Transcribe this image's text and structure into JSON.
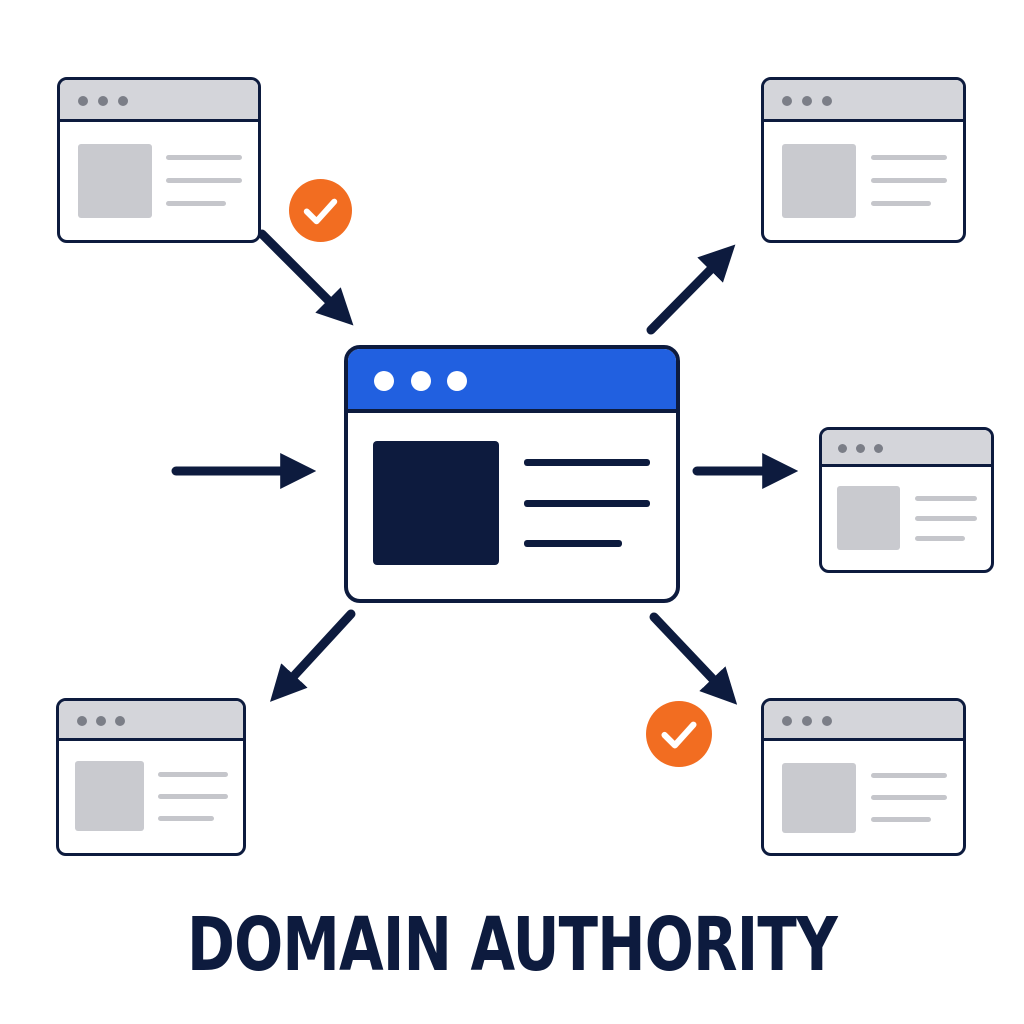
{
  "title": "DOMAIN AUTHORITY",
  "colors": {
    "navy": "#0d1b3e",
    "accent_blue": "#2160e0",
    "check_orange": "#f26d21",
    "placeholder_gray": "#c9cacf"
  },
  "icons": [
    "browser-window-icon",
    "check-badge-icon",
    "arrow-icon"
  ],
  "nodes": {
    "center": "main-website",
    "inbound": [
      "top-left-website",
      "left-source"
    ],
    "outbound": [
      "top-right-website",
      "right-website",
      "bottom-left-website",
      "bottom-right-website"
    ],
    "checked": [
      "top-left-website",
      "bottom-right-website"
    ]
  }
}
